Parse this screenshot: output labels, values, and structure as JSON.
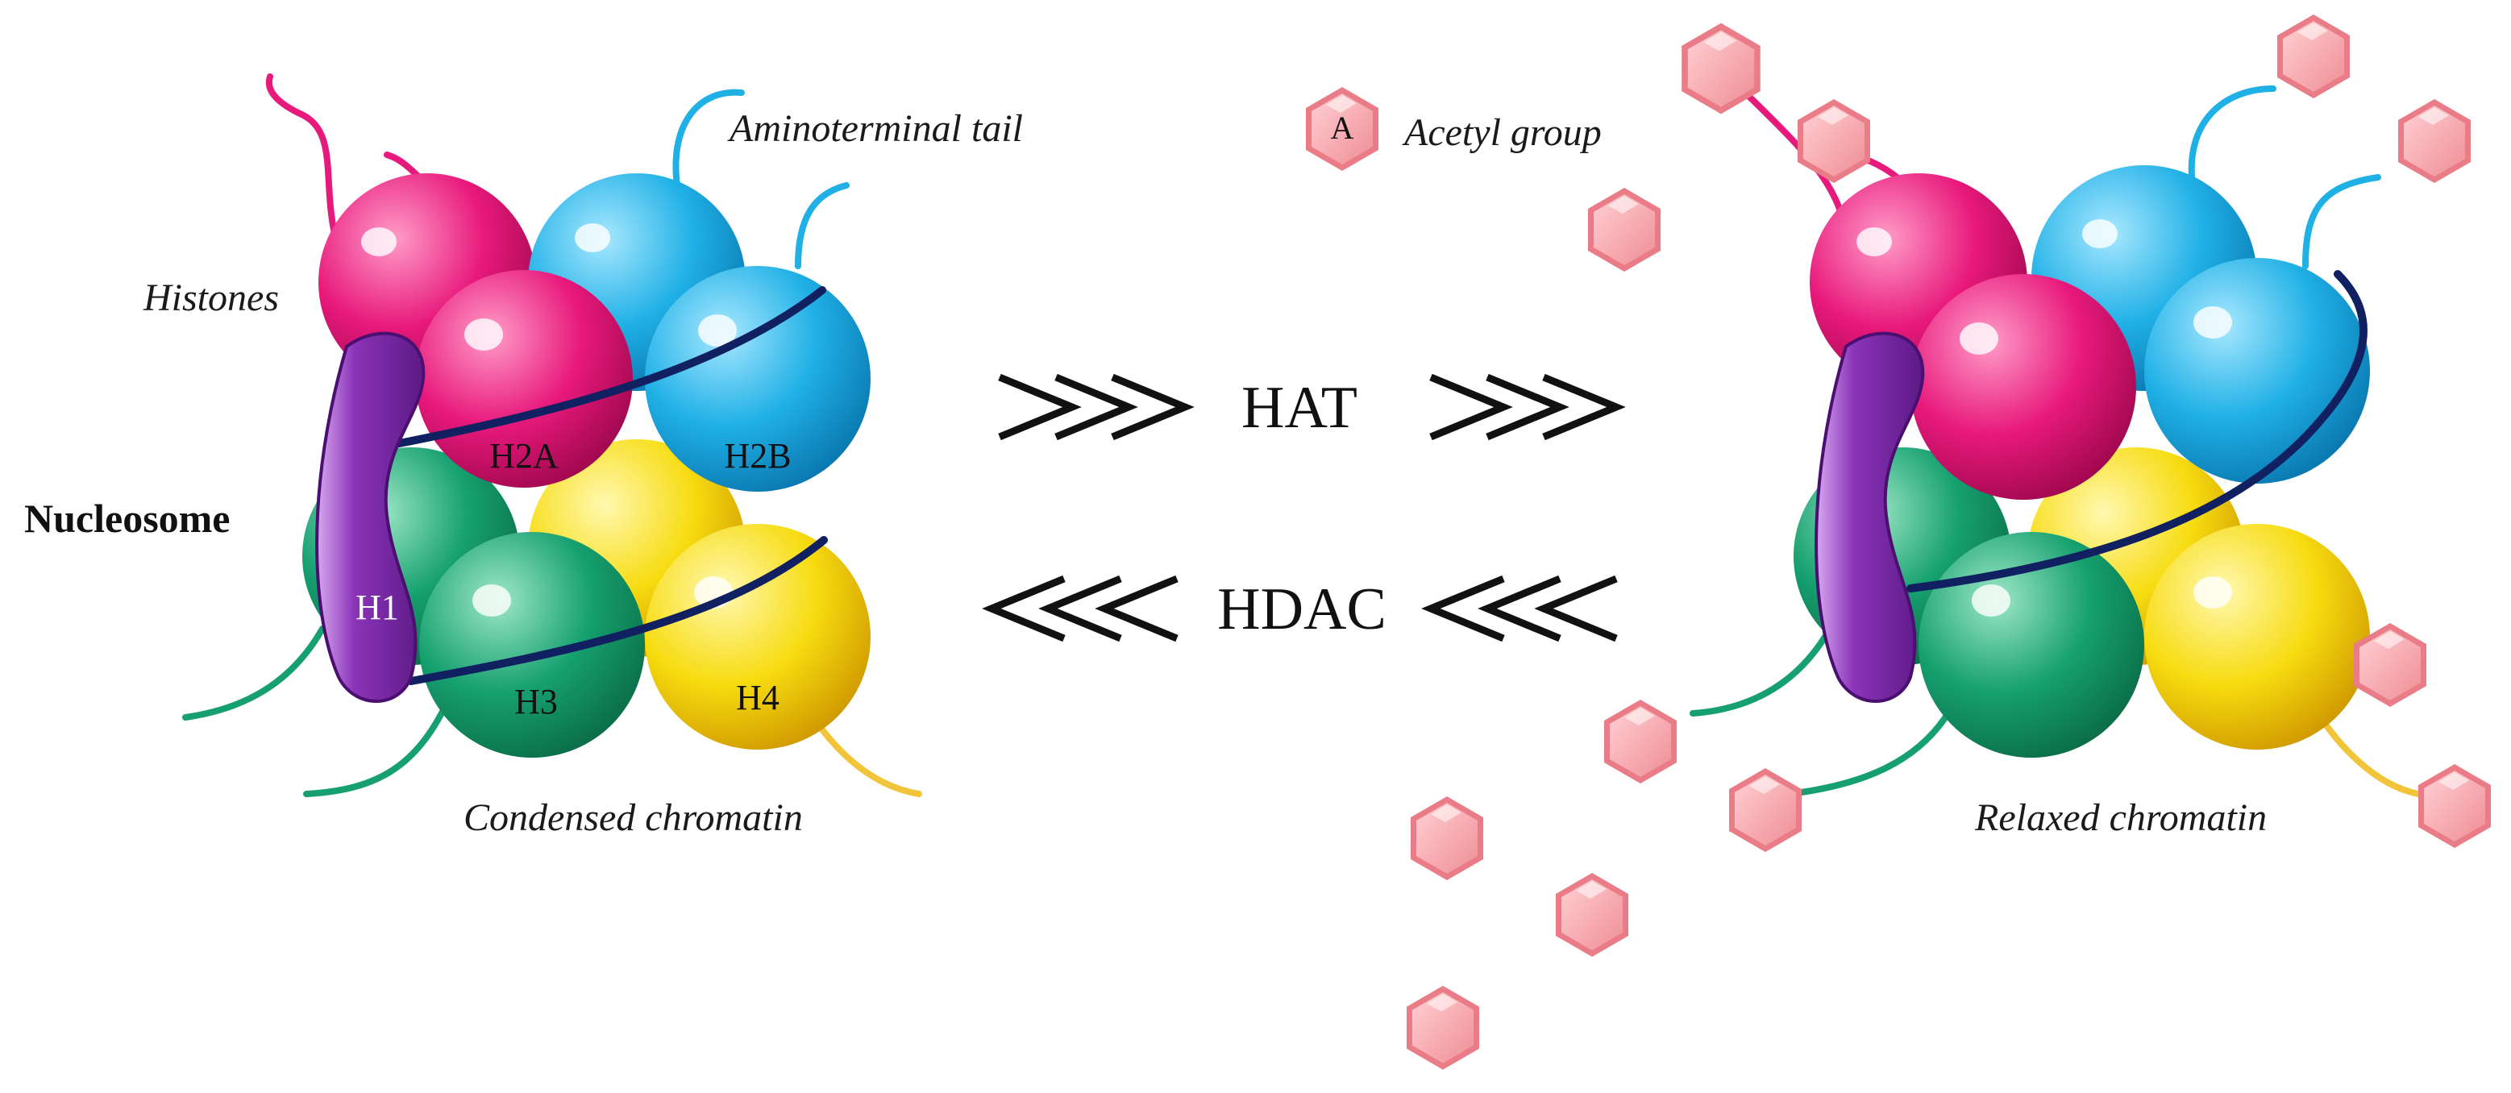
{
  "labels": {
    "aminoterminal_tail": "Aminoterminal tail",
    "acetyl_symbol": "A",
    "acetyl_group": "Acetyl group",
    "histones": "Histones",
    "nucleosome": "Nucleosome",
    "h1": "H1",
    "h2a": "H2A",
    "h2b": "H2B",
    "h3": "H3",
    "h4": "H4",
    "condensed_chromatin": "Condensed chromatin",
    "relaxed_chromatin": "Relaxed chromatin",
    "hat": "HAT",
    "hdac": "HDAC"
  },
  "colors": {
    "h2a": "#e8197c",
    "h2b": "#1fb0e6",
    "h3": "#16a070",
    "h4": "#f7dc10",
    "h1": "#7a2aa0",
    "dna": "#102060",
    "acetyl": "#f4a3a8"
  }
}
